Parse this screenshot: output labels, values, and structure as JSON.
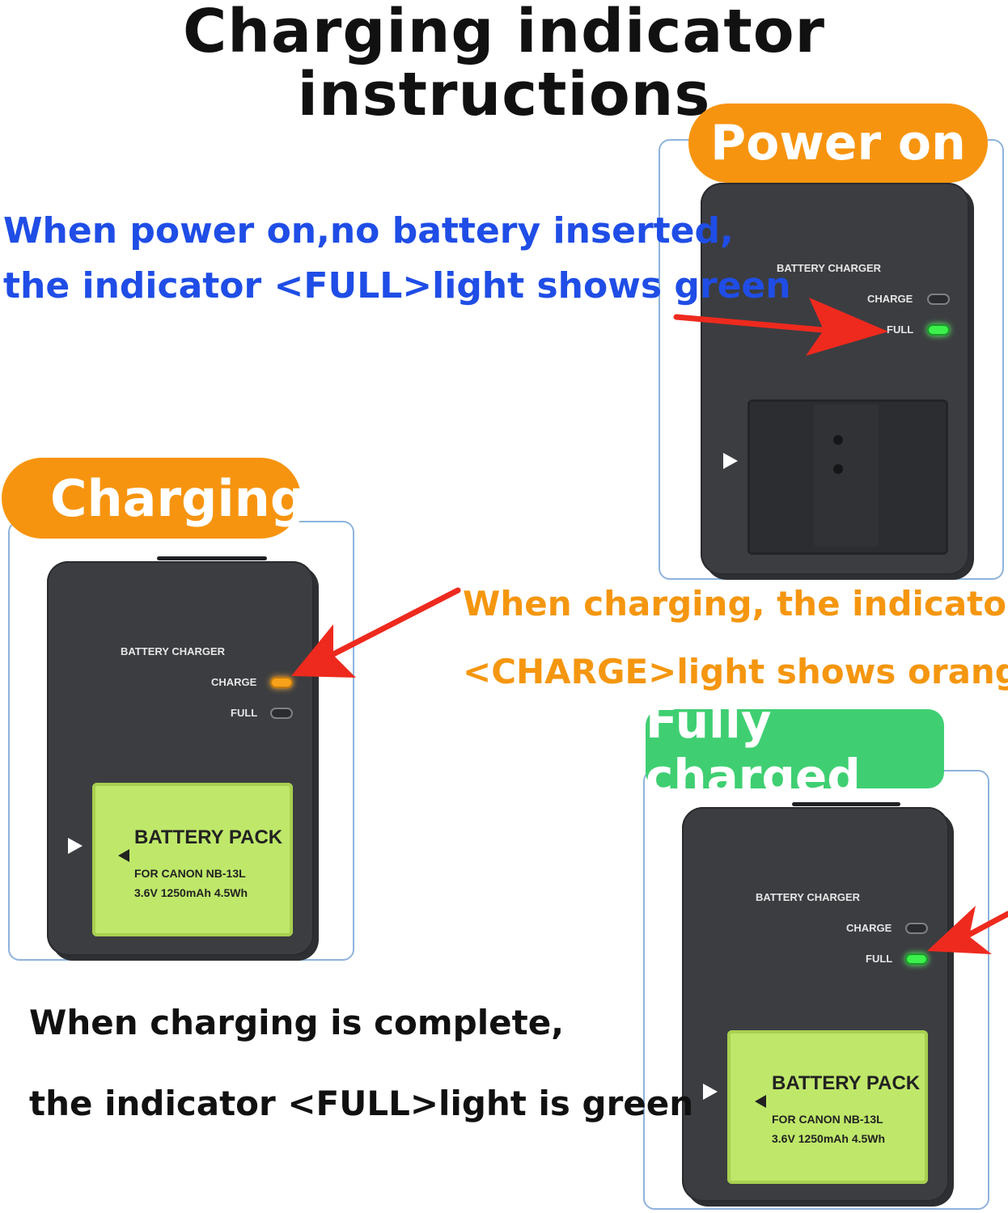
{
  "title": "Charging indicator instructions",
  "panels": {
    "power_on": {
      "badge": "Power on",
      "charger": {
        "brand": "BATTERY CHARGER",
        "charge": "CHARGE",
        "full": "FULL"
      }
    },
    "charging": {
      "badge": "Charging",
      "charger": {
        "brand": "BATTERY CHARGER",
        "charge": "CHARGE",
        "full": "FULL"
      },
      "battery": {
        "title": "BATTERY PACK",
        "line1": "FOR CANON NB-13L",
        "line2": "3.6V 1250mAh 4.5Wh"
      }
    },
    "fully_charged": {
      "badge": "Fully charged",
      "charger": {
        "brand": "BATTERY CHARGER",
        "charge": "CHARGE",
        "full": "FULL"
      },
      "battery": {
        "title": "BATTERY PACK",
        "line1": "FOR CANON NB-13L",
        "line2": "3.6V 1250mAh 4.5Wh"
      }
    }
  },
  "descriptions": {
    "power_on": {
      "line1": "When power on,no battery inserted,",
      "line2": "the indicator <FULL>light shows green"
    },
    "charging": {
      "line1": "When charging, the indicator",
      "line2": "<CHARGE>light shows orange"
    },
    "complete": {
      "line1": "When charging is complete,",
      "line2": "the indicator <FULL>light is green"
    }
  },
  "colors": {
    "badge_orange": "#f7940f",
    "badge_green": "#3fcf72",
    "text_blue": "#1f4de6",
    "text_orange": "#f5960f",
    "arrow_red": "#ee2a1e",
    "led_green": "#3cf04c",
    "led_orange": "#f6a21a"
  },
  "indicator_states": {
    "power_on": {
      "charge": "off",
      "full": "green"
    },
    "charging": {
      "charge": "orange",
      "full": "off"
    },
    "fully_charged": {
      "charge": "off",
      "full": "green"
    }
  }
}
